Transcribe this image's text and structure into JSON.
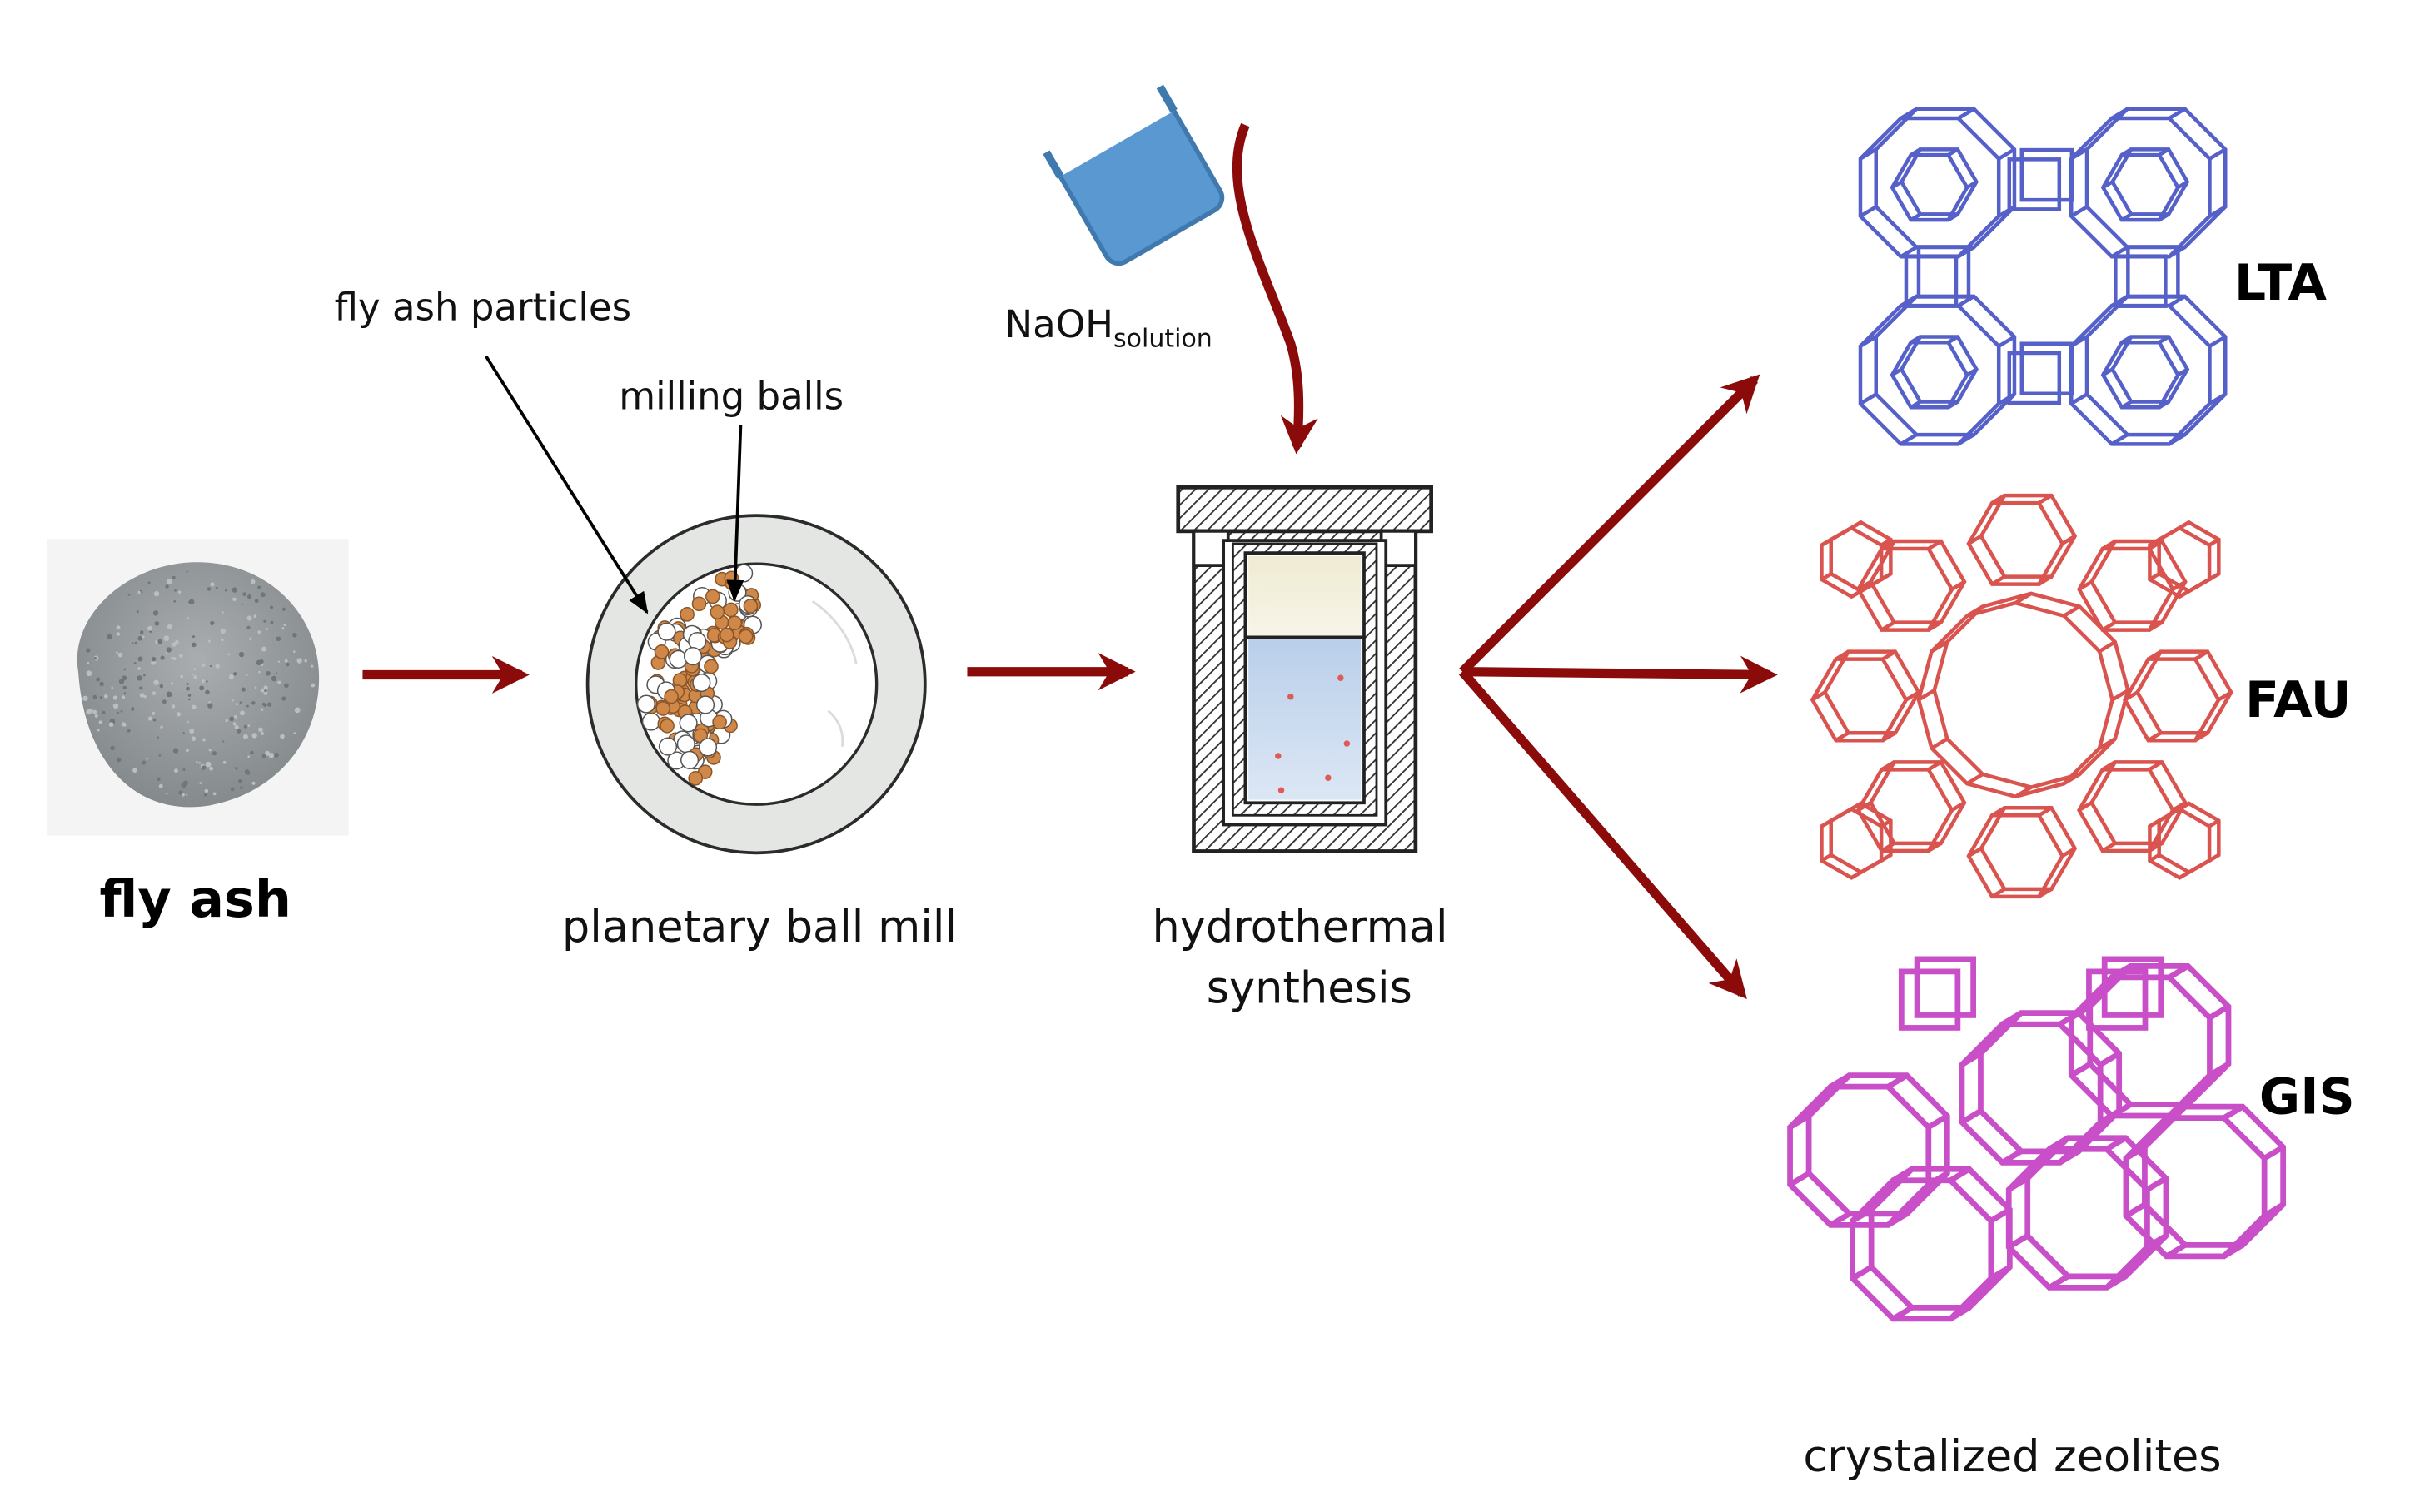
{
  "labels": {
    "fly_ash": "fly ash",
    "fly_ash_particles": "fly ash particles",
    "milling_balls": "milling balls",
    "planetary_ball_mill": "planetary ball mill",
    "naoh_main": "NaOH",
    "naoh_sub": "solution",
    "hydrothermal_line1": "hydrothermal",
    "hydrothermal_line2": "synthesis",
    "lta": "LTA",
    "fau": "FAU",
    "gis": "GIS",
    "crystalized_zeolites": "crystalized zeolites"
  },
  "colors": {
    "arrow": "#8B0A0A",
    "lta": "#5561C8",
    "fau": "#D9534F",
    "gis": "#C94FC9",
    "ash": "#9A9EA0",
    "ball": "#D08848",
    "beaker": "#4F8FCB",
    "mill_ring": "#E3E6E3"
  },
  "icons": [
    "fly-ash-pile",
    "ball-mill-jar",
    "beaker",
    "autoclave",
    "zeolite-lta",
    "zeolite-fau",
    "zeolite-gis"
  ]
}
